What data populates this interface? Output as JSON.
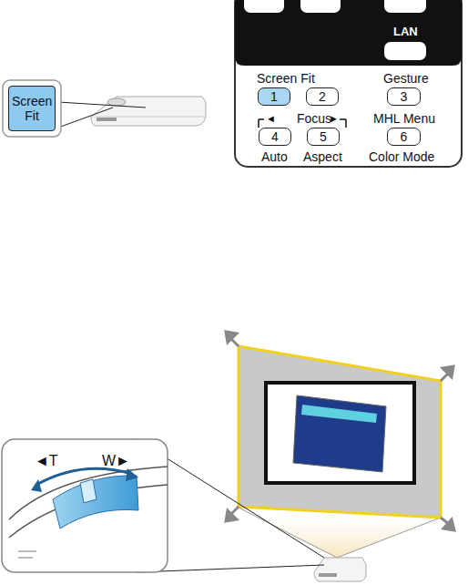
{
  "diagram": {
    "nodes": [
      {
        "text": [
          "Screen Fit"
        ]
      },
      {
        "text": [
          "1"
        ]
      },
      {
        "text": [
          "2"
        ]
      },
      {
        "text": [
          "3"
        ]
      },
      {
        "text": [
          "4"
        ]
      },
      {
        "text": [
          "5"
        ]
      },
      {
        "text": [
          "6"
        ]
      }
    ],
    "labels": [
      "LAN",
      "Screen Fit",
      "Gesture",
      "◄",
      "Focus",
      "►",
      "MHL Menu",
      "Auto",
      "Aspect",
      "Color Mode",
      "◄T",
      "W►"
    ]
  }
}
